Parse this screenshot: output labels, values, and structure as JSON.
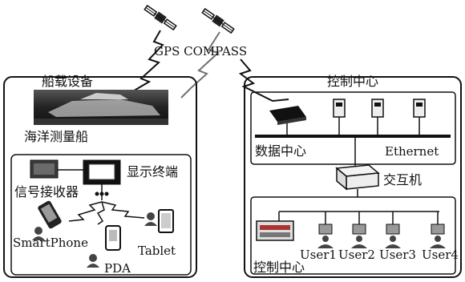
{
  "satellite_label": "GPS COMPASS",
  "shipboard": {
    "title": "船载设备",
    "ship_label": "海洋测量船",
    "receiver_label": "信号接收器",
    "display_label": "显示终端",
    "devices": [
      "SmartPhone",
      "PDA",
      "Tablet"
    ]
  },
  "control": {
    "title": "控制中心",
    "data_center_label": "数据中心",
    "ethernet_label": "Ethernet",
    "switch_label": "交互机",
    "sub_center_label": "控制中心",
    "users": [
      "User1",
      "User2",
      "User3",
      "User4"
    ]
  },
  "colors": {
    "ink": "#111111",
    "panel": "#ffffff",
    "dark": "#1a1a1a"
  }
}
